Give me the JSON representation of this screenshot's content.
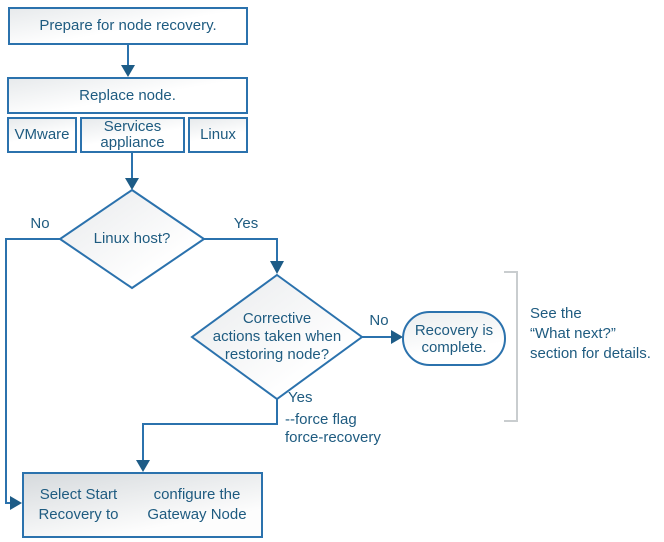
{
  "nodes": {
    "prepare": {
      "label": "Prepare for node recovery."
    },
    "replace": {
      "label": "Replace node.",
      "platforms": [
        "VMware",
        "Services appliance",
        "Linux"
      ]
    },
    "linux_host": {
      "question": "Linux host?"
    },
    "corrective": {
      "line1": "Corrective",
      "line2": "actions taken when",
      "line3": "restoring node?"
    },
    "recovery_complete": {
      "line1": "Recovery is",
      "line2": "complete."
    },
    "start_recovery": {
      "line1": "Select Start Recovery to",
      "line2": "configure the Gateway Node"
    }
  },
  "edge_labels": {
    "linux_no": "No",
    "linux_yes": "Yes",
    "corrective_no": "No",
    "corrective_yes": "Yes",
    "force_line1": "--force flag",
    "force_line2": "force-recovery"
  },
  "annotations": {
    "see_line1": "See the",
    "see_line2": "“What next?”",
    "see_line3": "section for details."
  },
  "colors": {
    "line_blue": "#2b72ad",
    "arrowhead_blue": "#1d5c87",
    "text_blue": "#1e5b80",
    "bracket_gray": "#c9cdcf"
  }
}
